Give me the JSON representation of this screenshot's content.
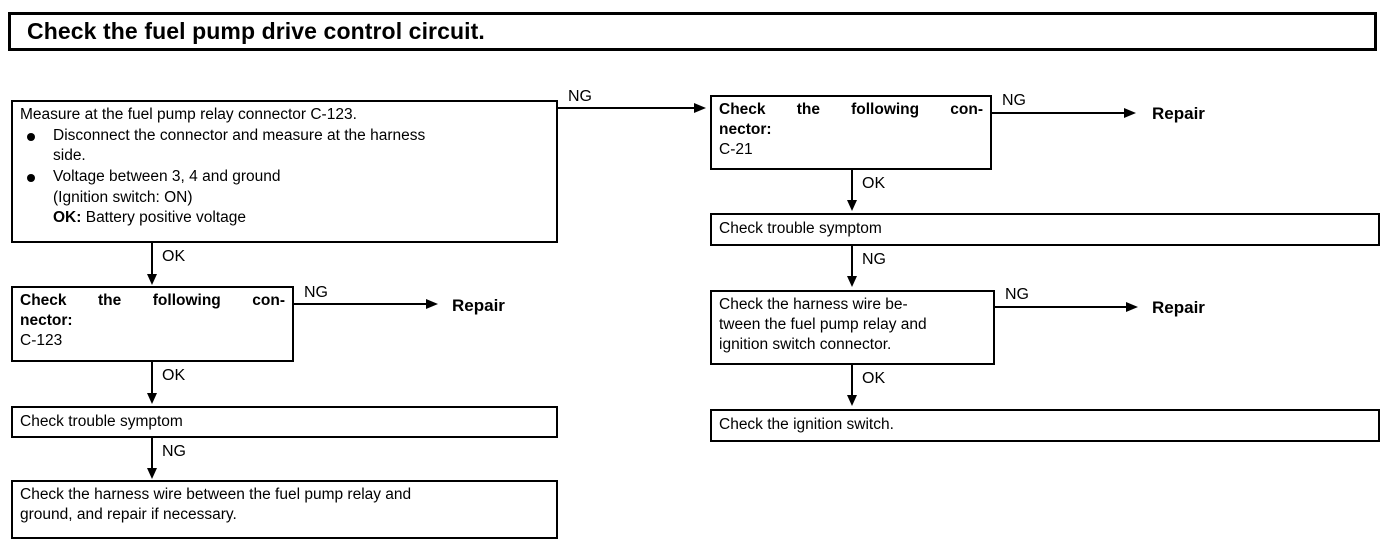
{
  "title": {
    "text": "Check the fuel pump drive control circuit."
  },
  "labels": {
    "ok": "OK",
    "ng": "NG",
    "repair": "Repair"
  },
  "left_column": {
    "measure_box": {
      "heading": "Measure at the fuel pump relay connector C-123.",
      "bullet_1_line_1": "Disconnect the connector and measure at the harness",
      "bullet_1_line_2": "side.",
      "bullet_2_line_1": "Voltage between 3, 4 and ground",
      "bullet_2_line_2": "(Ignition switch: ON)",
      "bullet_2_ok_prefix": "OK:",
      "bullet_2_ok_value": " Battery positive voltage"
    },
    "connector_box": {
      "line_1": "Check the following con-",
      "line_2": "nector:",
      "line_3": "C-123"
    },
    "trouble_box": {
      "text": "Check trouble symptom"
    },
    "harness_box": {
      "line_1": "Check the harness wire between the fuel pump relay and",
      "line_2": "ground, and repair if necessary."
    },
    "edges": {
      "measure_to_connector": "OK",
      "measure_to_right": "NG",
      "connector_to_repair": "NG",
      "connector_to_trouble": "OK",
      "trouble_to_harness": "NG"
    },
    "repair_label": "Repair"
  },
  "right_column": {
    "connector_box": {
      "line_1": "Check the following con-",
      "line_2": "nector:",
      "line_3": "C-21"
    },
    "trouble_box": {
      "text": "Check trouble symptom"
    },
    "harness_box": {
      "line_1": "Check the harness wire be-",
      "line_2": "tween the fuel pump relay and",
      "line_3": "ignition switch connector."
    },
    "ignition_box": {
      "text": "Check the ignition switch."
    },
    "edges": {
      "connector_to_repair": "NG",
      "connector_to_trouble": "OK",
      "trouble_to_harness": "NG",
      "harness_to_repair": "NG",
      "harness_to_ignition": "OK"
    },
    "repair_label_top": "Repair",
    "repair_label_mid": "Repair"
  }
}
